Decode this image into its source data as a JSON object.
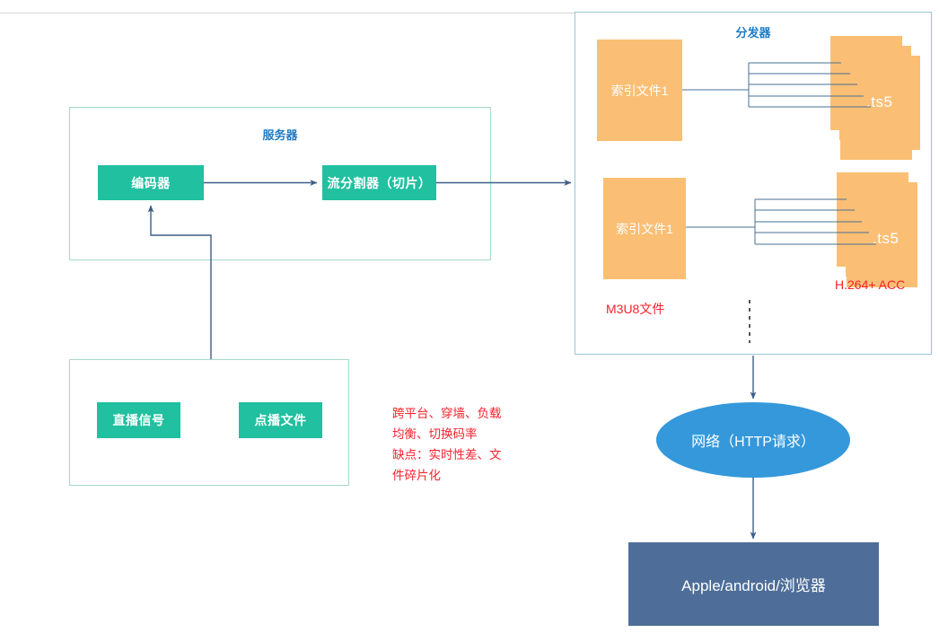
{
  "diagram": {
    "title_hidden": "HLS 流媒体分发架构图",
    "containers": {
      "server": {
        "label": "服务器"
      },
      "distributor": {
        "label": "分发器"
      },
      "sources": {
        "label": ""
      }
    },
    "nodes": {
      "encoder": {
        "label": "编码器",
        "color": "#20c0a0"
      },
      "splitter": {
        "label": "流分割器（切片）",
        "color": "#20c0a0"
      },
      "live_signal": {
        "label": "直播信号",
        "color": "#20c0a0"
      },
      "vod_file": {
        "label": "点播文件",
        "color": "#20c0a0"
      },
      "index_file_1": {
        "label": "索引文件1",
        "color": "#fabf74"
      },
      "index_file_2": {
        "label": "索引文件1",
        "color": "#fabf74"
      },
      "ts_stack_1": {
        "label": ".ts5",
        "color": "#fabf74"
      },
      "ts_stack_2": {
        "label": ".ts5",
        "color": "#fabf74"
      },
      "network": {
        "label": "网络（HTTP请求）",
        "color": "#3498db"
      },
      "clients": {
        "label": "Apple/android/浏览器",
        "color": "#4e6e99"
      }
    },
    "annotations": {
      "m3u8": {
        "label": "M3U8文件",
        "color": "#f5222d"
      },
      "codec": {
        "label": "H.264+ ACC",
        "color": "#f5222d"
      },
      "notes": {
        "line1": "跨平台、穿墙、负载",
        "line2": "均衡、切换码率",
        "line3": "缺点：实时性差、文",
        "line4": "件碎片化",
        "color": "#f5222d"
      },
      "ellipsis": "⋮"
    },
    "palette": {
      "green": "#20c0a0",
      "orange": "#fabf74",
      "blue": "#3498db",
      "slate": "#4e6e99",
      "line": "#4a6f96",
      "title_blue": "#1f7bc4",
      "red": "#f5222d",
      "border_teal": "#a8d8cb",
      "border_blue": "#9dc3d9"
    }
  }
}
